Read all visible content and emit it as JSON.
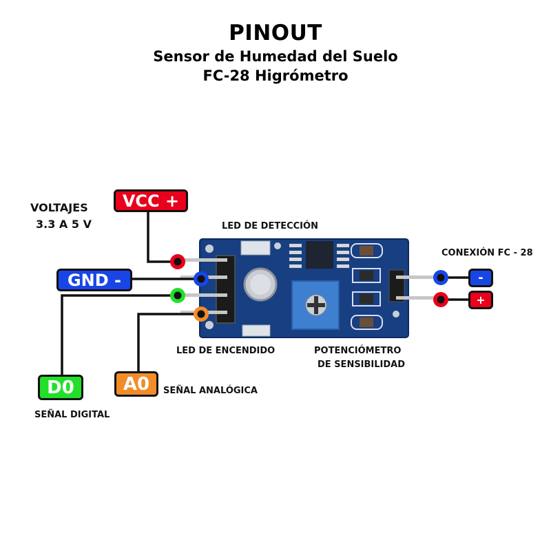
{
  "header": {
    "title": "PINOUT",
    "subtitle": "Sensor de Humedad del Suelo",
    "model": "FC-28 Higrómetro"
  },
  "voltage_note": {
    "line1": "VOLTAJES",
    "line2": "3.3 A 5 V"
  },
  "pins": {
    "vcc": {
      "label": "VCC +",
      "color": "#e8001c"
    },
    "gnd": {
      "label": "GND -",
      "color": "#1846e6"
    },
    "d0": {
      "label": "D0",
      "color": "#22e02a",
      "description": "SEÑAL DIGITAL"
    },
    "a0": {
      "label": "A0",
      "color": "#f28c28",
      "description": "SEÑAL ANALÓGICA"
    }
  },
  "probe_connector": {
    "title": "CONEXIÓN FC - 28",
    "minus": {
      "label": "-",
      "color": "#1846e6"
    },
    "plus": {
      "label": "+",
      "color": "#e8001c"
    }
  },
  "board_labels": {
    "detection_led": "LED DE DETECCIÓN",
    "power_led": "LED DE ENCENDIDO",
    "pot_line1": "POTENCIÓMETRO",
    "pot_line2": "DE SENSIBILIDAD"
  },
  "colors": {
    "pcb": "#143a7a",
    "pot": "#3f7fd0"
  }
}
